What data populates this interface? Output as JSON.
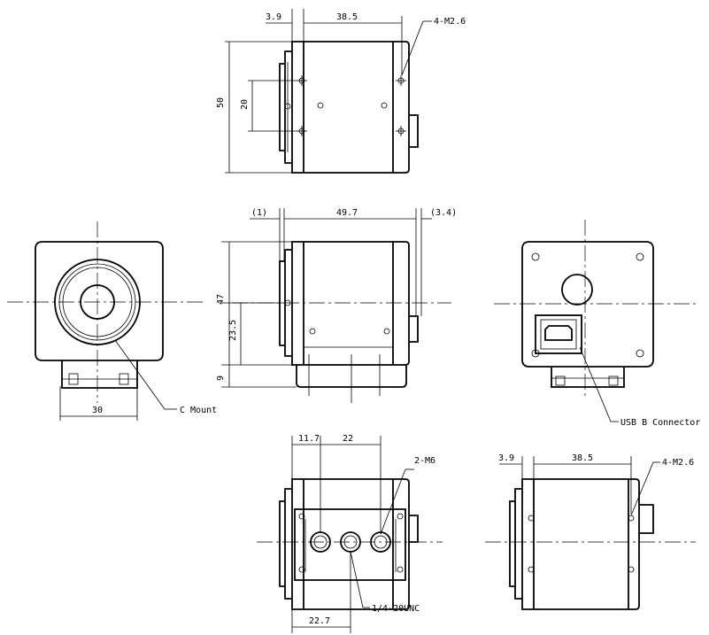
{
  "top_view": {
    "dim_left": "3.9",
    "dim_width": "38.5",
    "screw_label": "4-M2.6",
    "dim_height": "50",
    "dim_pitch": "20"
  },
  "front_view": {
    "dim_width": "30",
    "mount_label": "C Mount"
  },
  "side_view": {
    "dim_flange": "(1)",
    "dim_length": "49.7",
    "dim_connector": "(3.4)",
    "dim_height": "47",
    "dim_center": "23.5",
    "dim_base": "9"
  },
  "rear_view": {
    "connector_label": "USB B Connector"
  },
  "bottom_view": {
    "dim_offset": "11.7",
    "dim_spacing": "22",
    "hole_label": "2-M6",
    "dim_tripod": "22.7",
    "tripod_label": "1/4-20UNC"
  },
  "top_view2": {
    "dim_left": "3.9",
    "dim_width": "38.5",
    "screw_label": "4-M2.6"
  }
}
